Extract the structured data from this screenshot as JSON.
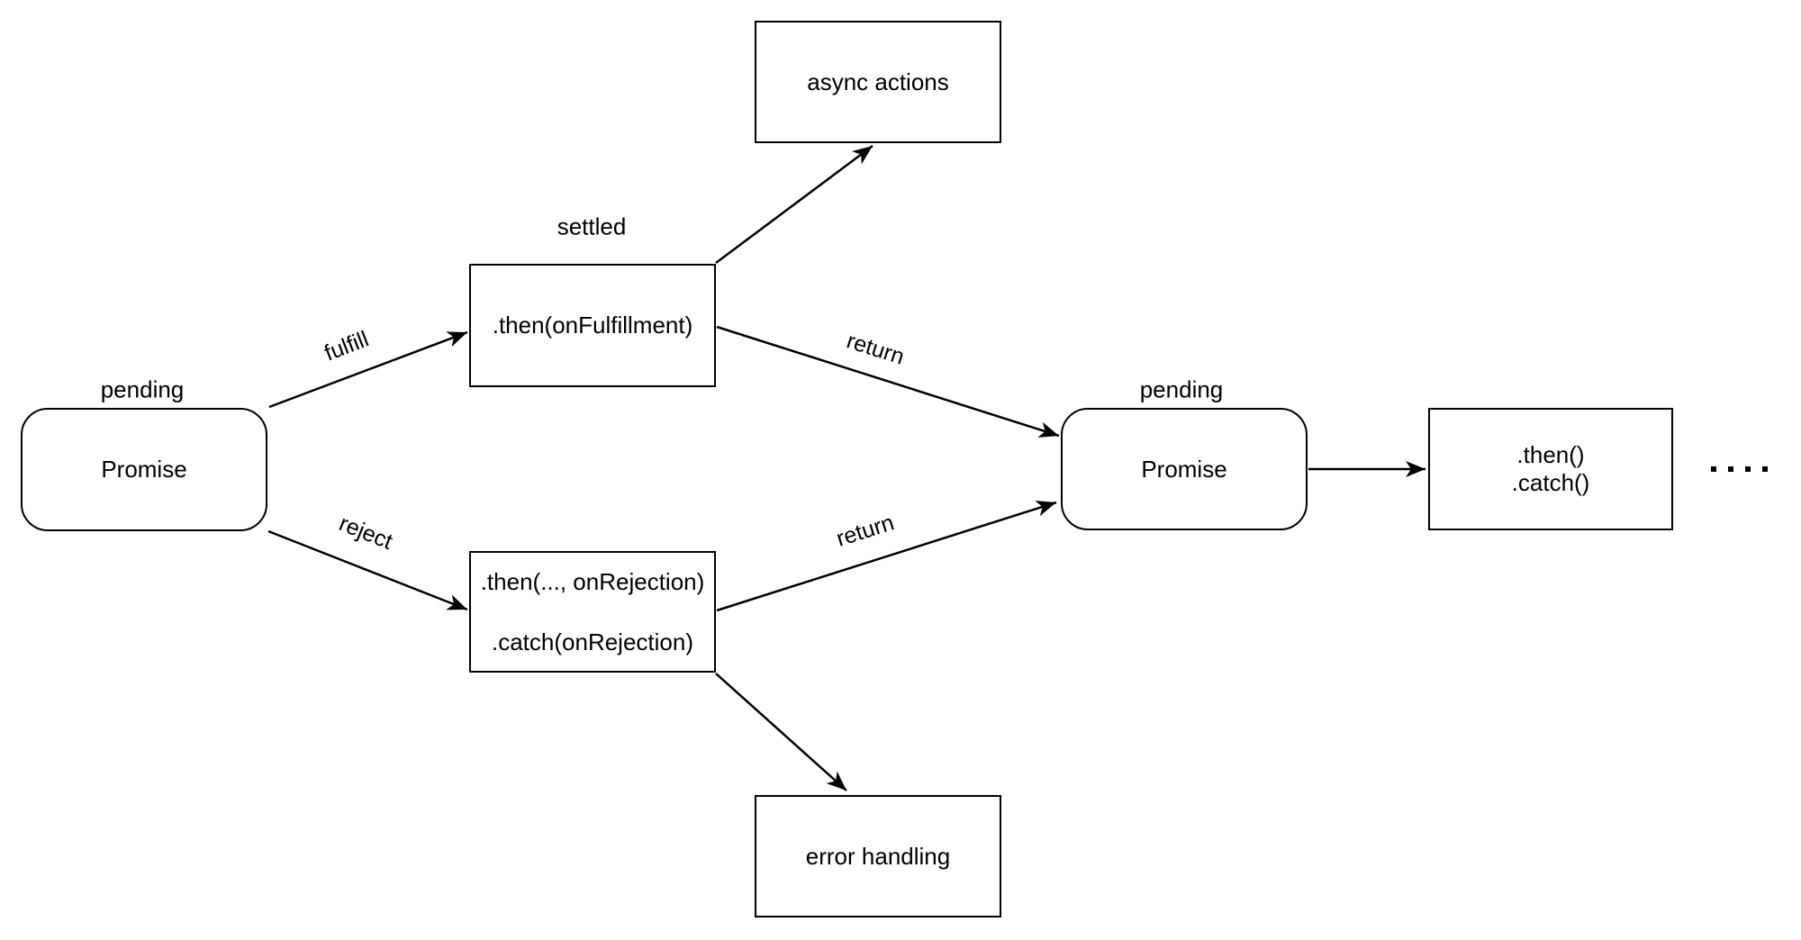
{
  "diagram": {
    "nodes": {
      "promise1": {
        "label": "Promise",
        "state_label": "pending"
      },
      "fulfillment": {
        "label": ".then(onFulfillment)",
        "state_label": "settled"
      },
      "async_actions": {
        "label": "async actions"
      },
      "rejection": {
        "line1": ".then(..., onRejection)",
        "line2": ".catch(onRejection)"
      },
      "error_handling": {
        "label": "error handling"
      },
      "promise2": {
        "label": "Promise",
        "state_label": "pending"
      },
      "then_catch": {
        "line1": ".then()",
        "line2": ".catch()"
      }
    },
    "edges": {
      "fulfill": {
        "label": "fulfill"
      },
      "reject": {
        "label": "reject"
      },
      "return_top": {
        "label": "return"
      },
      "return_bottom": {
        "label": "return"
      }
    },
    "continuation_dots": "....",
    "colors": {
      "stroke": "#000000",
      "background": "#ffffff",
      "text": "#000000"
    }
  }
}
